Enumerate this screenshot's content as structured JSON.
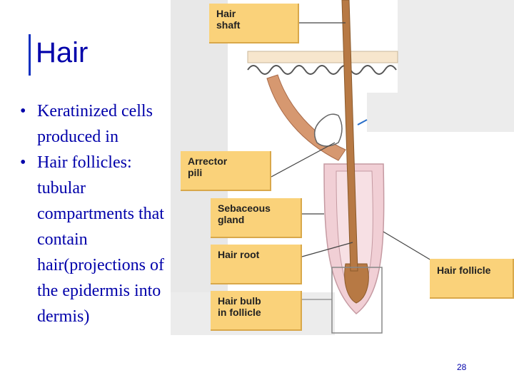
{
  "title": "Hair",
  "bullets": [
    "Keratinized cells produced in",
    "Hair follicles: tubular compartments that contain hair(projections of the epidermis into dermis)"
  ],
  "bullet_symbol": "•",
  "figure_labels": {
    "hair_shaft": "Hair\nshaft",
    "arrector_pili": "Arrector\npili",
    "sebaceous_gland": "Sebaceous\ngland",
    "hair_root": "Hair root",
    "hair_bulb": "Hair bulb\nin follicle",
    "hair_follicle": "Hair follicle"
  },
  "page_number": "28",
  "colors": {
    "title": "#0000aa",
    "label_fill": "#fad27a",
    "hair_shaft": "#b77944",
    "follicle": "#f1cfd5",
    "epidermis_band": "#f7e6cd"
  }
}
